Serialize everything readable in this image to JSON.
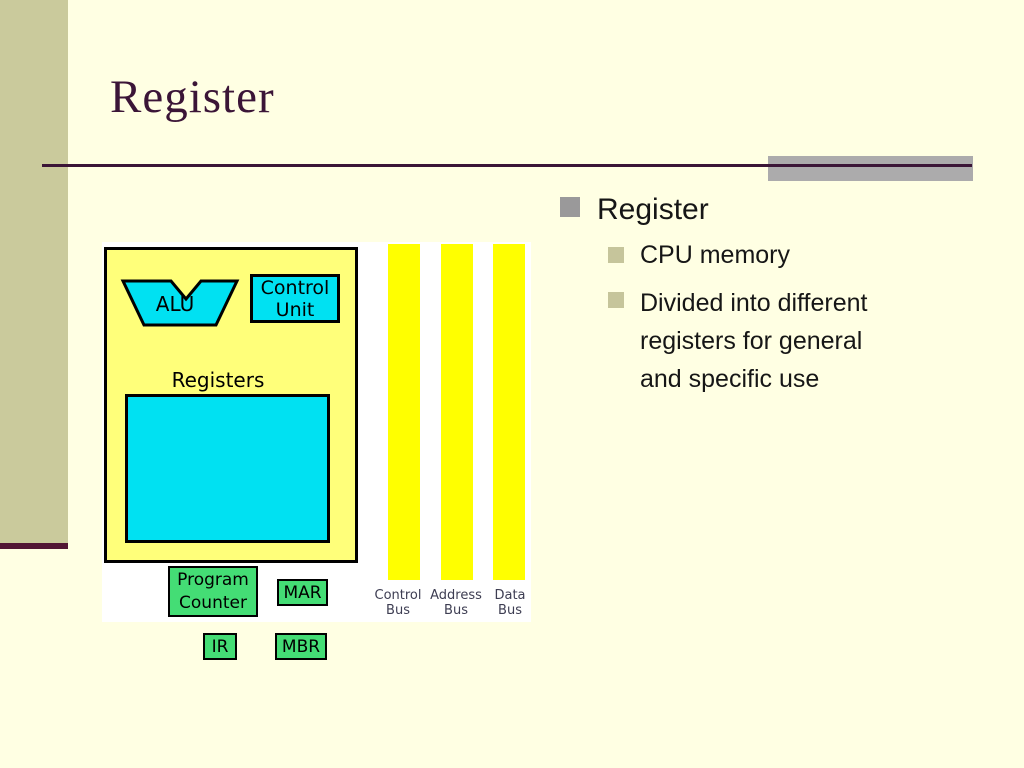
{
  "slide_title": "Register",
  "content": {
    "bullets": [
      {
        "level": 1,
        "label": "Register"
      },
      {
        "level": 2,
        "label": "CPU memory"
      },
      {
        "level": 2,
        "label": "Divided into different registers for general and specific use",
        "lines": [
          "Divided into different",
          "registers for general",
          "and specific use"
        ]
      }
    ]
  },
  "diagram": {
    "alu_label": "ALU",
    "control_unit_label": "Control Unit",
    "registers_title": "Registers",
    "register_boxes": {
      "program_counter": "Program Counter",
      "mar": "MAR",
      "ir": "IR",
      "mbr": "MBR"
    },
    "buses": [
      {
        "label": "Control Bus",
        "lines": [
          "Control",
          "Bus"
        ]
      },
      {
        "label": "Address Bus",
        "lines": [
          "Address",
          "Bus"
        ]
      },
      {
        "label": "Data Bus",
        "lines": [
          "Data",
          "Bus"
        ]
      }
    ]
  },
  "colors": {
    "background": "#FFFFE3",
    "sidebar": "#CACA9C",
    "sidebar_accent": "#521534",
    "title_text": "#3B1537",
    "rule_line": "#3B1537",
    "rule_accent_bar": "#ACABAC",
    "bullet_level1": "#9A999A",
    "bullet_level2": "#C6C59B",
    "body_text": "#161616",
    "diagram_background": "#FFFFFF",
    "cpu_box_fill": "#FFFF7A",
    "cyan_unit_fill": "#00E1F2",
    "register_fill": "#44DD75",
    "bus_fill": "#FFFF00",
    "bus_label_text": "#3D3D52",
    "outline": "#000000"
  }
}
